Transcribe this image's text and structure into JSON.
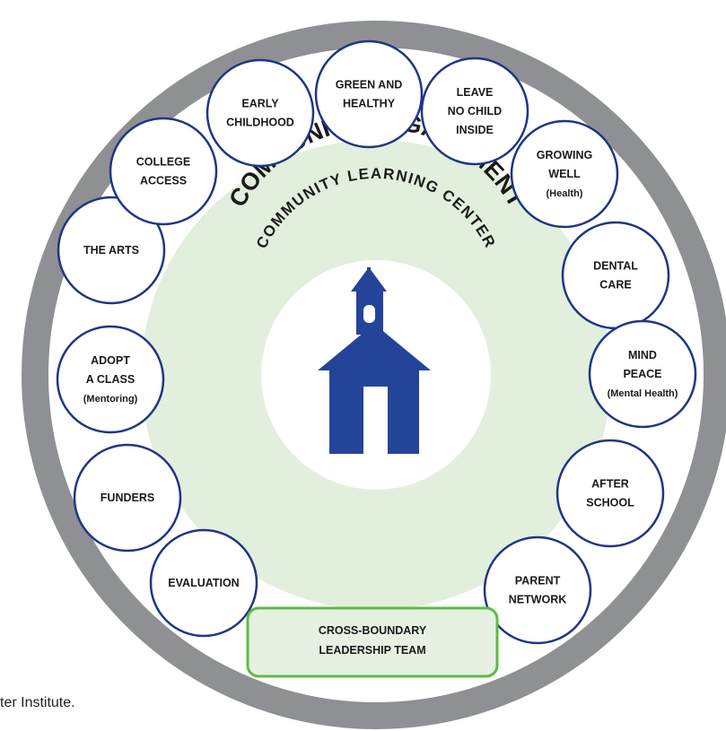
{
  "colors": {
    "outer_ring": "#8e9094",
    "inner_fill": "#e2efdc",
    "center_fill": "#ffffff",
    "node_border": "#1f3684",
    "school_blue": "#24449a",
    "team_border": "#5dbb46",
    "team_fill": "#e6f1e1"
  },
  "icons": {
    "center": "schoolhouse-icon"
  },
  "titles": {
    "outer_arc": "COMMUNITY ENGAGEMENT",
    "inner_arc": "COMMUNITY LEARNING CENTER"
  },
  "nodes": [
    {
      "id": "green-and-healthy",
      "lines": [
        "GREEN AND",
        "HEALTHY"
      ]
    },
    {
      "id": "leave-no-child-inside",
      "lines": [
        "LEAVE",
        "NO CHILD",
        "INSIDE"
      ]
    },
    {
      "id": "growing-well",
      "lines": [
        "GROWING",
        "WELL",
        "(Health)"
      ]
    },
    {
      "id": "dental-care",
      "lines": [
        "DENTAL",
        "CARE"
      ]
    },
    {
      "id": "mind-peace",
      "lines": [
        "MIND",
        "PEACE",
        "(Mental Health)"
      ]
    },
    {
      "id": "after-school",
      "lines": [
        "AFTER",
        "SCHOOL"
      ]
    },
    {
      "id": "parent-network",
      "lines": [
        "PARENT",
        "NETWORK"
      ]
    },
    {
      "id": "evaluation",
      "lines": [
        "EVALUATION"
      ]
    },
    {
      "id": "funders",
      "lines": [
        "FUNDERS"
      ]
    },
    {
      "id": "adopt-a-class",
      "lines": [
        "ADOPT",
        "A CLASS",
        "(Mentoring)"
      ]
    },
    {
      "id": "the-arts",
      "lines": [
        "THE ARTS"
      ]
    },
    {
      "id": "college-access",
      "lines": [
        "COLLEGE",
        "ACCESS"
      ]
    },
    {
      "id": "early-childhood",
      "lines": [
        "EARLY",
        "CHILDHOOD"
      ]
    }
  ],
  "leadership_team": {
    "lines": [
      "CROSS-BOUNDARY",
      "LEADERSHIP TEAM"
    ]
  },
  "caption": "ter Institute."
}
